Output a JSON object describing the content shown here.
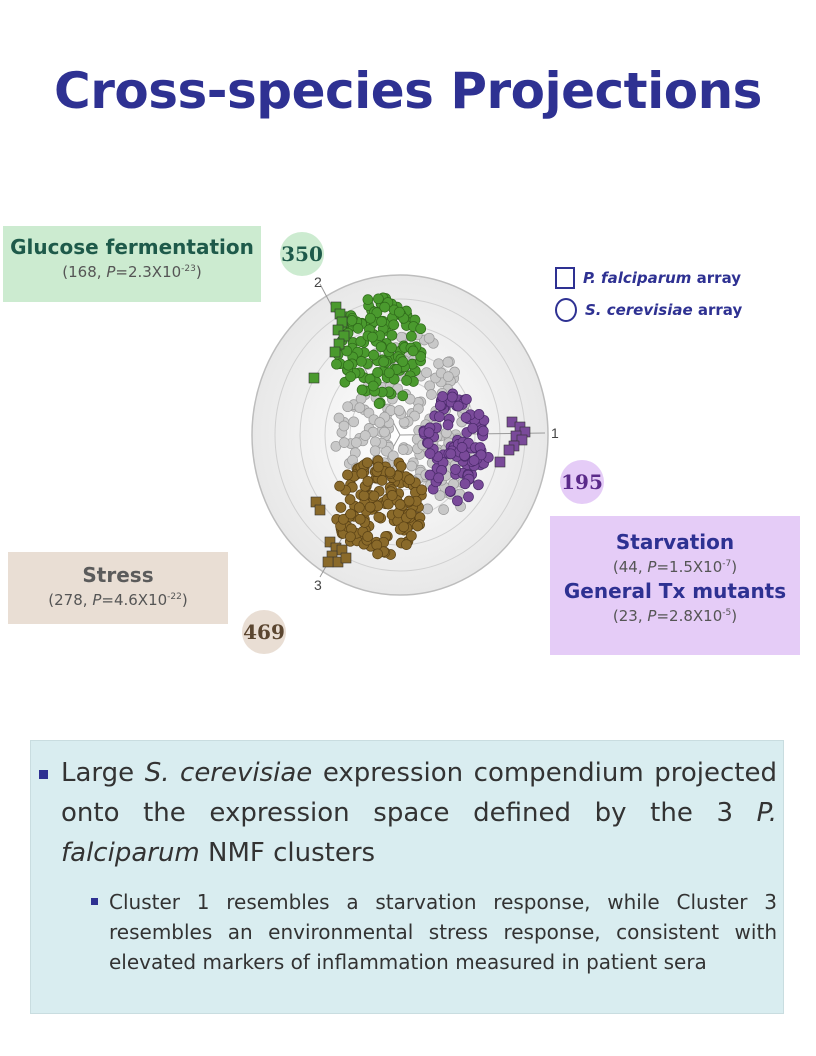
{
  "title": "Cross-species Projections",
  "labels": {
    "glucose": {
      "name": "Glucose fermentation",
      "n": "168",
      "p_base": "2.3X10",
      "p_exp": "-23"
    },
    "stress": {
      "name": "Stress",
      "n": "278",
      "p_base": "4.6X10",
      "p_exp": "-22"
    },
    "starvation": {
      "name": "Starvation",
      "n": "44",
      "p_base": "1.5X10",
      "p_exp": "-7"
    },
    "general_tx": {
      "name": "General Tx mutants",
      "n": "23",
      "p_base": "2.8X10",
      "p_exp": "-5"
    },
    "p_prefix": "P="
  },
  "badges": {
    "glucose": "350",
    "starvation": "195",
    "stress": "469"
  },
  "legend": {
    "square_species": "P. falciparum",
    "square_suffix": " array",
    "circle_species": "S. cerevisiae",
    "circle_suffix": " array"
  },
  "axes": {
    "a1": "1",
    "a2": "2",
    "a3": "3"
  },
  "bullets": {
    "main_a": "Large ",
    "main_species": "S. cerevisiae",
    "main_b": " expression compendium projected onto the expression space defined by the 3 ",
    "main_species2": "P. falciparum",
    "main_c": " NMF clusters",
    "sub": "Cluster 1 resembles a starvation response, while Cluster 3 resembles an environmental stress response, consistent with elevated markers of inflammation measured in patient sera"
  },
  "colors": {
    "title": "#2e3192",
    "green": "#4a9a2e",
    "purple": "#7a4a9a",
    "brown": "#8a6a2a",
    "gray": "#c8c8c8"
  }
}
